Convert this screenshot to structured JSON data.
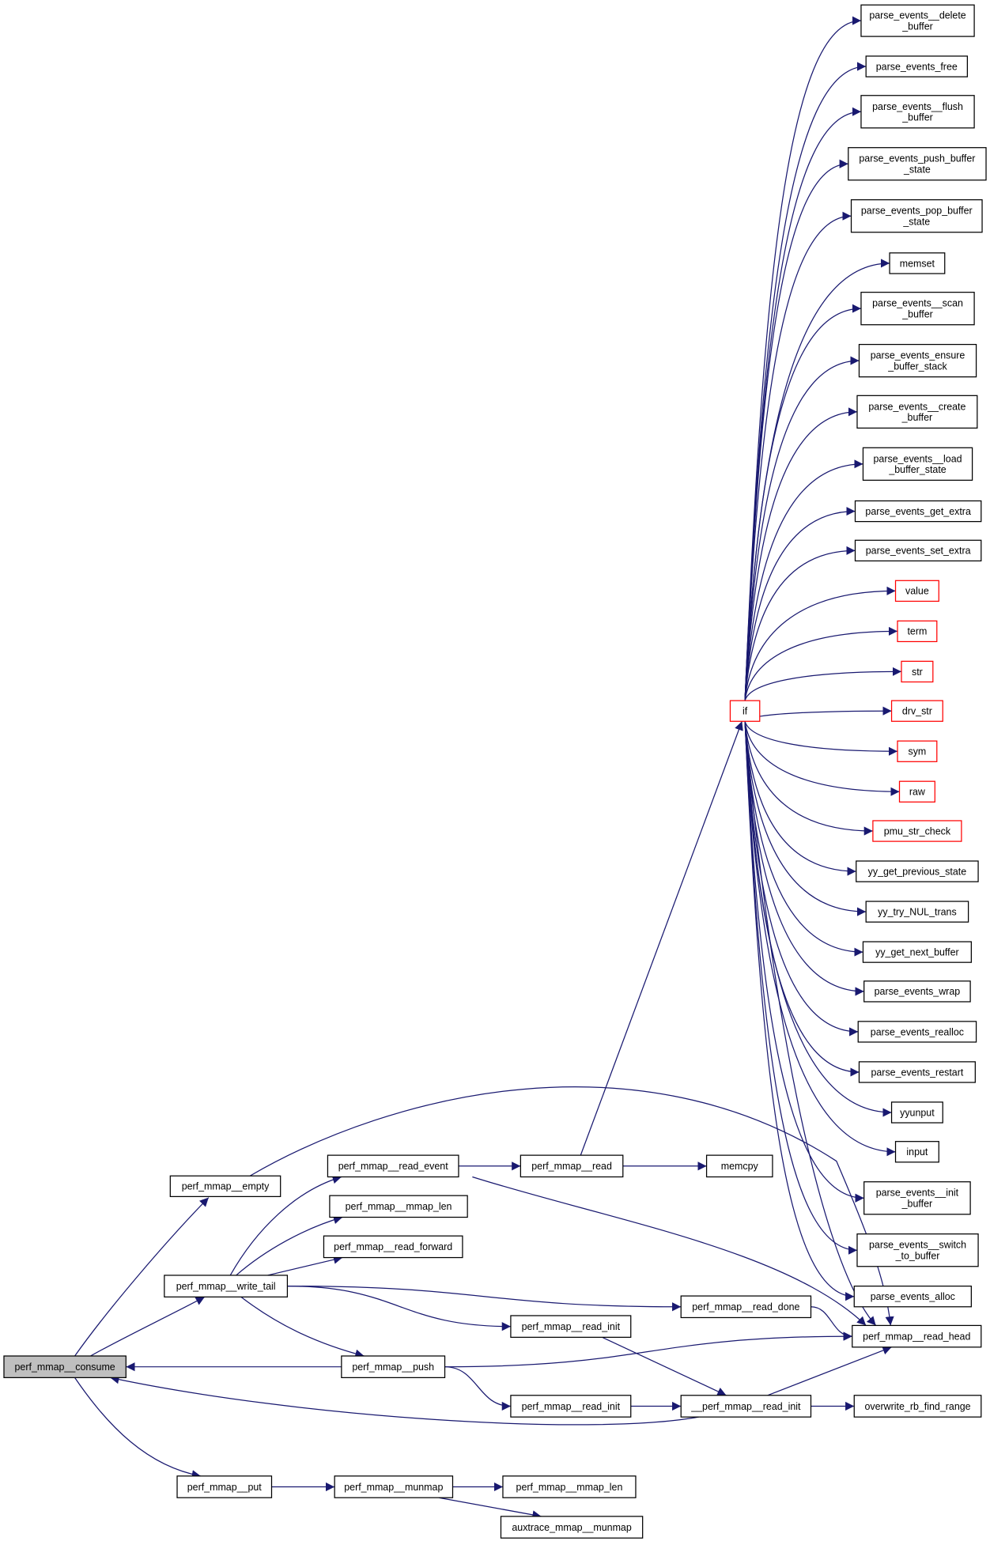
{
  "colors": {
    "edge": "#191970",
    "node_border": "#000000",
    "missing_border": "#ff0000",
    "focus_fill": "#bfbfbf"
  },
  "nodes": {
    "consume": {
      "lines": [
        "perf_mmap__consume"
      ],
      "focus": true
    },
    "empty": {
      "lines": [
        "perf_mmap__empty"
      ]
    },
    "write_tail": {
      "lines": [
        "perf_mmap__write_tail"
      ]
    },
    "put": {
      "lines": [
        "perf_mmap__put"
      ]
    },
    "read_event": {
      "lines": [
        "perf_mmap__read_event"
      ]
    },
    "mmap_len1": {
      "lines": [
        "perf_mmap__mmap_len"
      ]
    },
    "read_forward": {
      "lines": [
        "perf_mmap__read_forward"
      ]
    },
    "push": {
      "lines": [
        "perf_mmap__push"
      ]
    },
    "munmap": {
      "lines": [
        "perf_mmap__munmap"
      ]
    },
    "read": {
      "lines": [
        "perf_mmap__read"
      ]
    },
    "read_init1": {
      "lines": [
        "perf_mmap__read_init"
      ]
    },
    "read_init2": {
      "lines": [
        "perf_mmap__read_init"
      ]
    },
    "mmap_len2": {
      "lines": [
        "perf_mmap__mmap_len"
      ]
    },
    "auxtrace": {
      "lines": [
        "auxtrace_mmap__munmap"
      ]
    },
    "memcpy": {
      "lines": [
        "memcpy"
      ]
    },
    "read_done": {
      "lines": [
        "perf_mmap__read_done"
      ]
    },
    "__read_init": {
      "lines": [
        "__perf_mmap__read_init"
      ]
    },
    "if": {
      "lines": [
        "if"
      ],
      "missing": true
    },
    "read_head": {
      "lines": [
        "perf_mmap__read_head"
      ]
    },
    "overwrite": {
      "lines": [
        "overwrite_rb_find_range"
      ]
    },
    "pe_delete": {
      "lines": [
        "parse_events__delete",
        "_buffer"
      ]
    },
    "pe_free": {
      "lines": [
        "parse_events_free"
      ]
    },
    "pe_flush": {
      "lines": [
        "parse_events__flush",
        "_buffer"
      ]
    },
    "pe_push": {
      "lines": [
        "parse_events_push_buffer",
        "_state"
      ]
    },
    "pe_pop": {
      "lines": [
        "parse_events_pop_buffer",
        "_state"
      ]
    },
    "memset": {
      "lines": [
        "memset"
      ]
    },
    "pe_scan": {
      "lines": [
        "parse_events__scan",
        "_buffer"
      ]
    },
    "pe_ensure": {
      "lines": [
        "parse_events_ensure",
        "_buffer_stack"
      ]
    },
    "pe_create": {
      "lines": [
        "parse_events__create",
        "_buffer"
      ]
    },
    "pe_load": {
      "lines": [
        "parse_events__load",
        "_buffer_state"
      ]
    },
    "pe_get_extra": {
      "lines": [
        "parse_events_get_extra"
      ]
    },
    "pe_set_extra": {
      "lines": [
        "parse_events_set_extra"
      ]
    },
    "value": {
      "lines": [
        "value"
      ],
      "missing": true
    },
    "term": {
      "lines": [
        "term"
      ],
      "missing": true
    },
    "str": {
      "lines": [
        "str"
      ],
      "missing": true
    },
    "drv_str": {
      "lines": [
        "drv_str"
      ],
      "missing": true
    },
    "sym": {
      "lines": [
        "sym"
      ],
      "missing": true
    },
    "raw": {
      "lines": [
        "raw"
      ],
      "missing": true
    },
    "pmu_str_check": {
      "lines": [
        "pmu_str_check"
      ],
      "missing": true
    },
    "yy_prev": {
      "lines": [
        "yy_get_previous_state"
      ]
    },
    "yy_nul": {
      "lines": [
        "yy_try_NUL_trans"
      ]
    },
    "yy_next": {
      "lines": [
        "yy_get_next_buffer"
      ]
    },
    "pe_wrap": {
      "lines": [
        "parse_events_wrap"
      ]
    },
    "pe_realloc": {
      "lines": [
        "parse_events_realloc"
      ]
    },
    "pe_restart": {
      "lines": [
        "parse_events_restart"
      ]
    },
    "yyunput": {
      "lines": [
        "yyunput"
      ]
    },
    "input": {
      "lines": [
        "input"
      ]
    },
    "pe_init": {
      "lines": [
        "parse_events__init",
        "_buffer"
      ]
    },
    "pe_switch": {
      "lines": [
        "parse_events__switch",
        "_to_buffer"
      ]
    },
    "pe_alloc": {
      "lines": [
        "parse_events_alloc"
      ]
    }
  },
  "edges": [
    [
      "consume",
      "empty"
    ],
    [
      "consume",
      "write_tail"
    ],
    [
      "consume",
      "put"
    ],
    [
      "push",
      "consume"
    ],
    [
      "__read_init",
      "consume"
    ],
    [
      "empty",
      "read_head"
    ],
    [
      "write_tail",
      "read_event"
    ],
    [
      "write_tail",
      "mmap_len1"
    ],
    [
      "write_tail",
      "read_forward"
    ],
    [
      "write_tail",
      "read_done"
    ],
    [
      "write_tail",
      "read_init1"
    ],
    [
      "write_tail",
      "push"
    ],
    [
      "read_event",
      "read"
    ],
    [
      "read_event",
      "read_head"
    ],
    [
      "read",
      "if"
    ],
    [
      "read",
      "memcpy"
    ],
    [
      "read_done",
      "read_head"
    ],
    [
      "read_init1",
      "__read_init"
    ],
    [
      "push",
      "read_head"
    ],
    [
      "push",
      "read_init2"
    ],
    [
      "read_init2",
      "__read_init"
    ],
    [
      "__read_init",
      "read_head"
    ],
    [
      "__read_init",
      "overwrite"
    ],
    [
      "put",
      "munmap"
    ],
    [
      "munmap",
      "mmap_len2"
    ],
    [
      "munmap",
      "auxtrace"
    ],
    [
      "if",
      "pe_delete"
    ],
    [
      "if",
      "pe_free"
    ],
    [
      "if",
      "pe_flush"
    ],
    [
      "if",
      "pe_push"
    ],
    [
      "if",
      "pe_pop"
    ],
    [
      "if",
      "memset"
    ],
    [
      "if",
      "pe_scan"
    ],
    [
      "if",
      "pe_ensure"
    ],
    [
      "if",
      "pe_create"
    ],
    [
      "if",
      "pe_load"
    ],
    [
      "if",
      "pe_get_extra"
    ],
    [
      "if",
      "pe_set_extra"
    ],
    [
      "if",
      "value"
    ],
    [
      "if",
      "term"
    ],
    [
      "if",
      "str"
    ],
    [
      "if",
      "drv_str"
    ],
    [
      "if",
      "sym"
    ],
    [
      "if",
      "raw"
    ],
    [
      "if",
      "pmu_str_check"
    ],
    [
      "if",
      "yy_prev"
    ],
    [
      "if",
      "yy_nul"
    ],
    [
      "if",
      "yy_next"
    ],
    [
      "if",
      "pe_wrap"
    ],
    [
      "if",
      "pe_realloc"
    ],
    [
      "if",
      "pe_restart"
    ],
    [
      "if",
      "yyunput"
    ],
    [
      "if",
      "input"
    ],
    [
      "if",
      "pe_init"
    ],
    [
      "if",
      "pe_switch"
    ],
    [
      "if",
      "pe_alloc"
    ],
    [
      "if",
      "read_head"
    ]
  ]
}
